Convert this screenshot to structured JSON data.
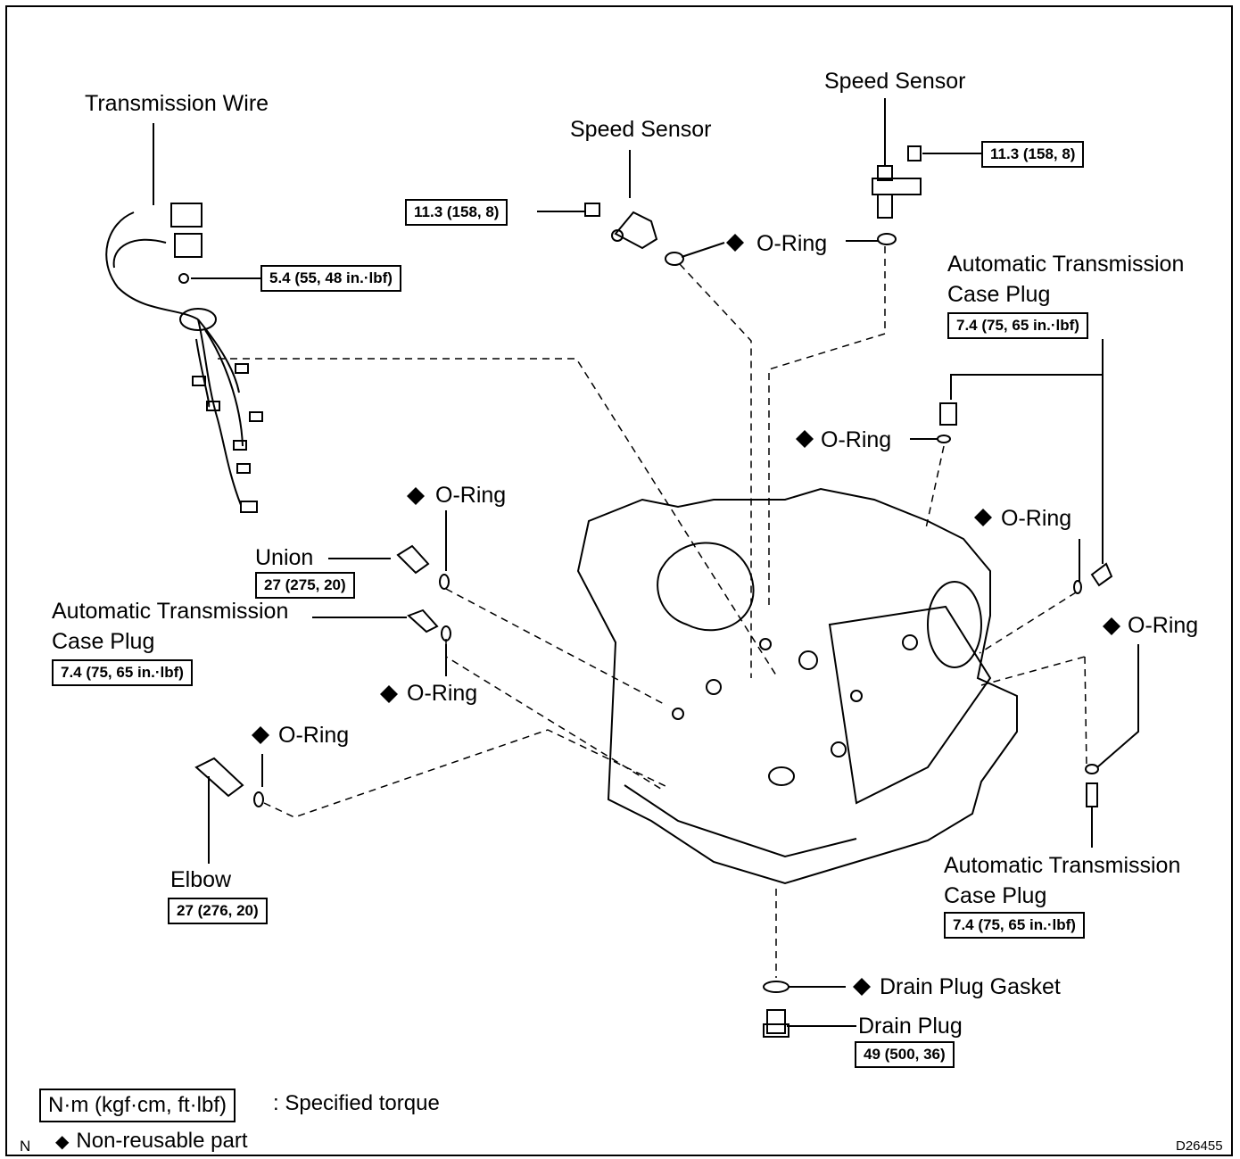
{
  "labels": {
    "transmission_wire": "Transmission Wire",
    "speed_sensor_1": "Speed Sensor",
    "speed_sensor_2": "Speed Sensor",
    "oring_top": "O-Ring",
    "at_case_plug_top": [
      "Automatic Transmission",
      "Case Plug"
    ],
    "oring_right_top": "O-Ring",
    "oring_left_mid": "O-Ring",
    "union": "Union",
    "at_case_plug_left": [
      "Automatic Transmission",
      "Case Plug"
    ],
    "oring_left_plug": "O-Ring",
    "oring_elbow": "O-Ring",
    "elbow": "Elbow",
    "oring_right_mid": "O-Ring",
    "oring_right_low": "O-Ring",
    "at_case_plug_bottom": [
      "Automatic Transmission",
      "Case Plug"
    ],
    "drain_plug_gasket": "Drain Plug Gasket",
    "drain_plug": "Drain Plug"
  },
  "torques": {
    "wire_bolt": "5.4 (55, 48 in.·lbf)",
    "speed_sensor_1": "11.3 (158, 8)",
    "speed_sensor_2": "11.3 (158, 8)",
    "case_plug_top": "7.4 (75, 65 in.·lbf)",
    "union": "27 (275, 20)",
    "case_plug_left": "7.4 (75, 65 in.·lbf)",
    "elbow": "27 (276, 20)",
    "case_plug_bottom": "7.4 (75, 65 in.·lbf)",
    "drain_plug": "49 (500, 36)"
  },
  "legend": {
    "torque_unit": "N·m (kgf·cm, ft·lbf)",
    "torque_desc": ": Specified torque",
    "non_reusable": "Non-reusable part",
    "symbol": "◆"
  },
  "corner": {
    "left_code": "N",
    "figure_id": "D26455"
  }
}
